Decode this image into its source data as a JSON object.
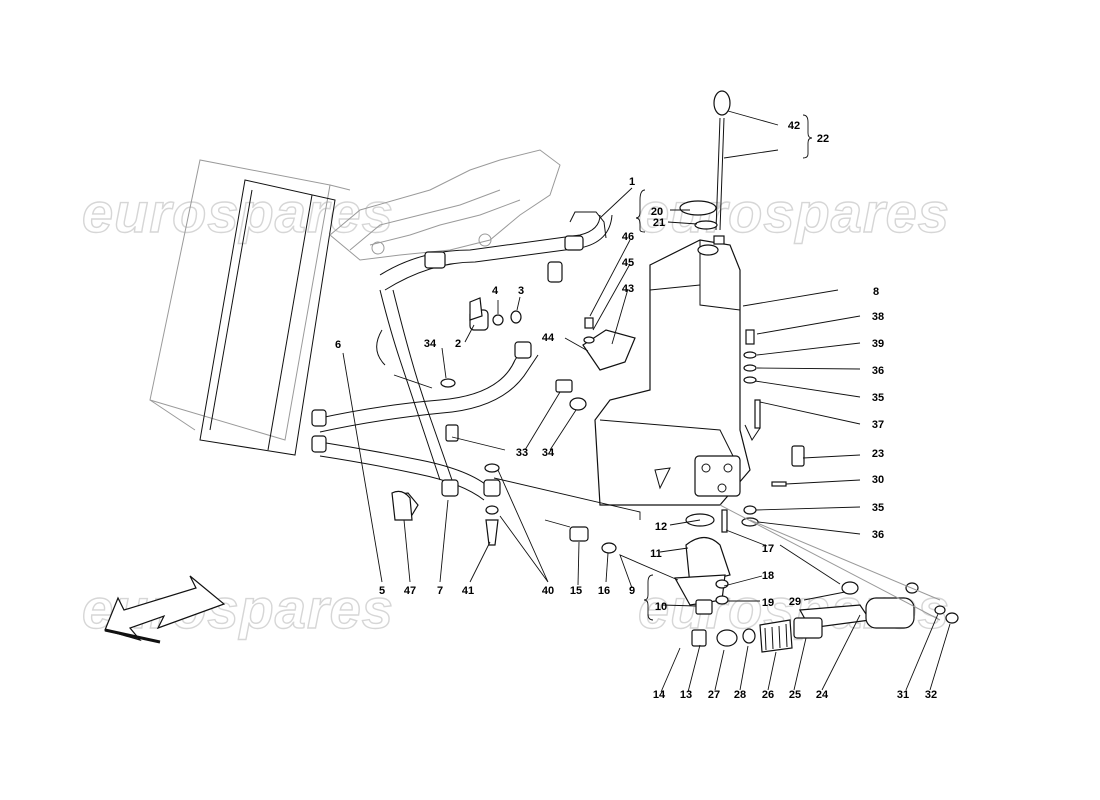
{
  "watermark": {
    "text": "eurospares"
  },
  "diagram": {
    "callouts": [
      "1",
      "2",
      "3",
      "4",
      "5",
      "6",
      "7",
      "8",
      "9",
      "10",
      "11",
      "12",
      "13",
      "14",
      "15",
      "16",
      "17",
      "18",
      "19",
      "20",
      "21",
      "22",
      "23",
      "24",
      "25",
      "26",
      "27",
      "28",
      "29",
      "30",
      "31",
      "32",
      "33",
      "34",
      "34",
      "35",
      "35",
      "36",
      "36",
      "37",
      "38",
      "39",
      "40",
      "41",
      "42",
      "43",
      "44",
      "45",
      "46",
      "47"
    ]
  }
}
